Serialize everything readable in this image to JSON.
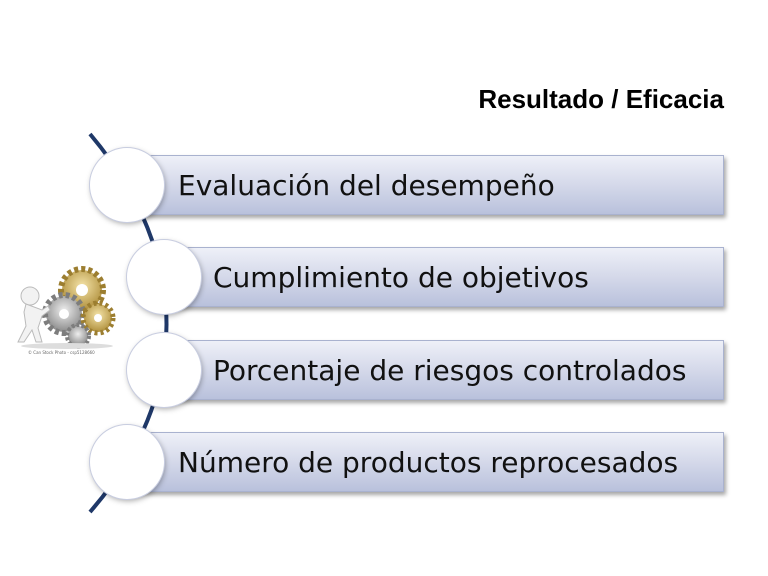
{
  "title": "Resultado / Eficacia",
  "items": [
    {
      "label": "Evaluación del desempeño"
    },
    {
      "label": "Cumplimiento de objetivos"
    },
    {
      "label": "Porcentaje de riesgos controlados"
    },
    {
      "label": "Número de productos reprocesados"
    }
  ],
  "illustration": {
    "icon": "gears-figure-icon",
    "caption": "© Can Stock Photo - csp5128660"
  },
  "colors": {
    "arc": "#1f3868",
    "bar_top": "#eef0f8",
    "bar_bottom": "#b9c1dc",
    "bar_border": "#a9b2cf"
  }
}
